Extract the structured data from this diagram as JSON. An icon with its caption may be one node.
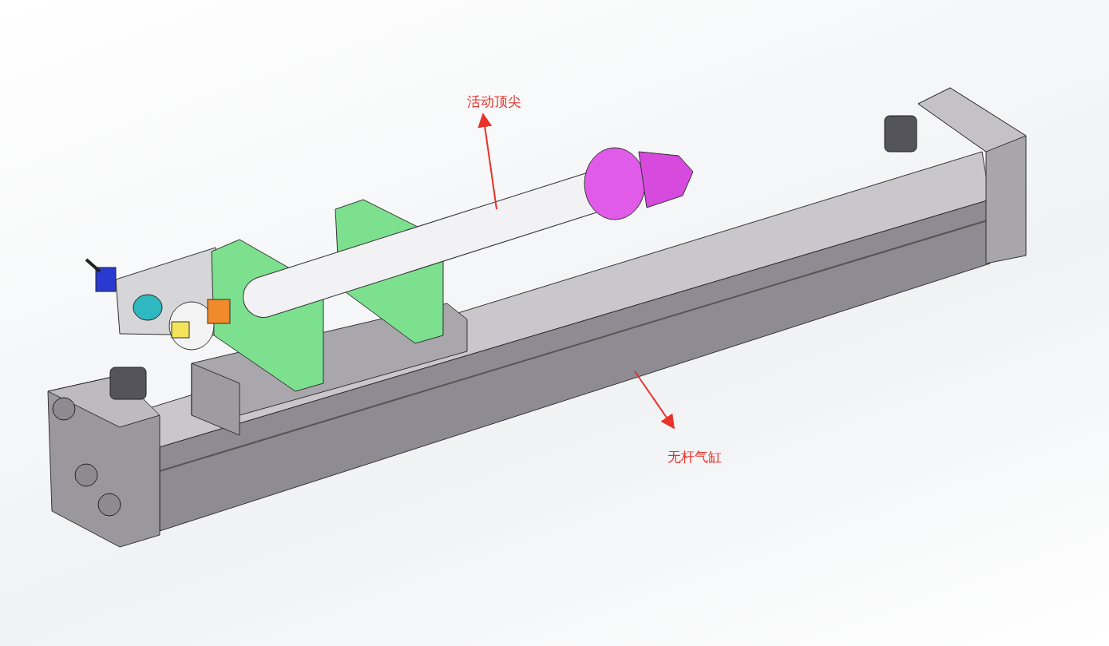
{
  "diagram": {
    "nodes": [
      {
        "text": [
          "活动顶尖"
        ]
      },
      {
        "text": [],
        "shape": "picture"
      },
      {
        "text": [
          "无杆气缸"
        ]
      },
      {
        "text": [],
        "shape": "picture"
      }
    ],
    "edges": [
      {
        "from": 1,
        "to": 0,
        "arrow": "to"
      },
      {
        "from": 3,
        "to": 2,
        "arrow": "to"
      }
    ]
  }
}
